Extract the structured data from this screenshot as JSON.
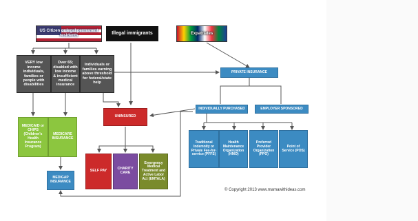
{
  "top": {
    "us_citizen": "US Citizen or legal permanent residents",
    "illegal": "Illegal immigrants",
    "expatriates": "Expatriates"
  },
  "categories": {
    "low_income": "VERY low income individuals, families or people with disabilities",
    "over65": "Over 65; disabled with low income & insufficient medical insurance",
    "above_threshold": "Individuals or families earning above threshold for federal/state help"
  },
  "programs": {
    "medicaid": "MEDICAID or CHIPS (Children's Health Insurance Program)",
    "medicare": "MEDICARE INSURANCE",
    "medigap": "MEDIGAP INSURANCE",
    "uninsured": "UNINSURED",
    "private": "PRIVATE INSURANCE",
    "individual": "INDIVIDUALLY PURCHASED",
    "employer": "EMPLOYER SPONSORED"
  },
  "plans": {
    "traditional": "Traditional Indemnity or Private Fee-for-service (PFFS)",
    "hmo": "Health Maintenance Organization (HMO)",
    "ppo": "Preferred Provider Organization (PPO)",
    "pos": "Point of Service (POS)"
  },
  "payments": {
    "self_pay": "SELF PAY",
    "charity": "CHARITY CARE",
    "emtala": "Emergency Medical Treatment and Active Labor Act (EMTALA)"
  },
  "copyright": "© Copyright 2013 www.mamawithideas.com",
  "colors": {
    "dark": "#555555",
    "teal": "#3c8bc2",
    "green": "#8cc63f",
    "red": "#cc2a2a",
    "purple": "#7b4ca0",
    "olive": "#7a8b2c",
    "arrow": "#555555"
  }
}
